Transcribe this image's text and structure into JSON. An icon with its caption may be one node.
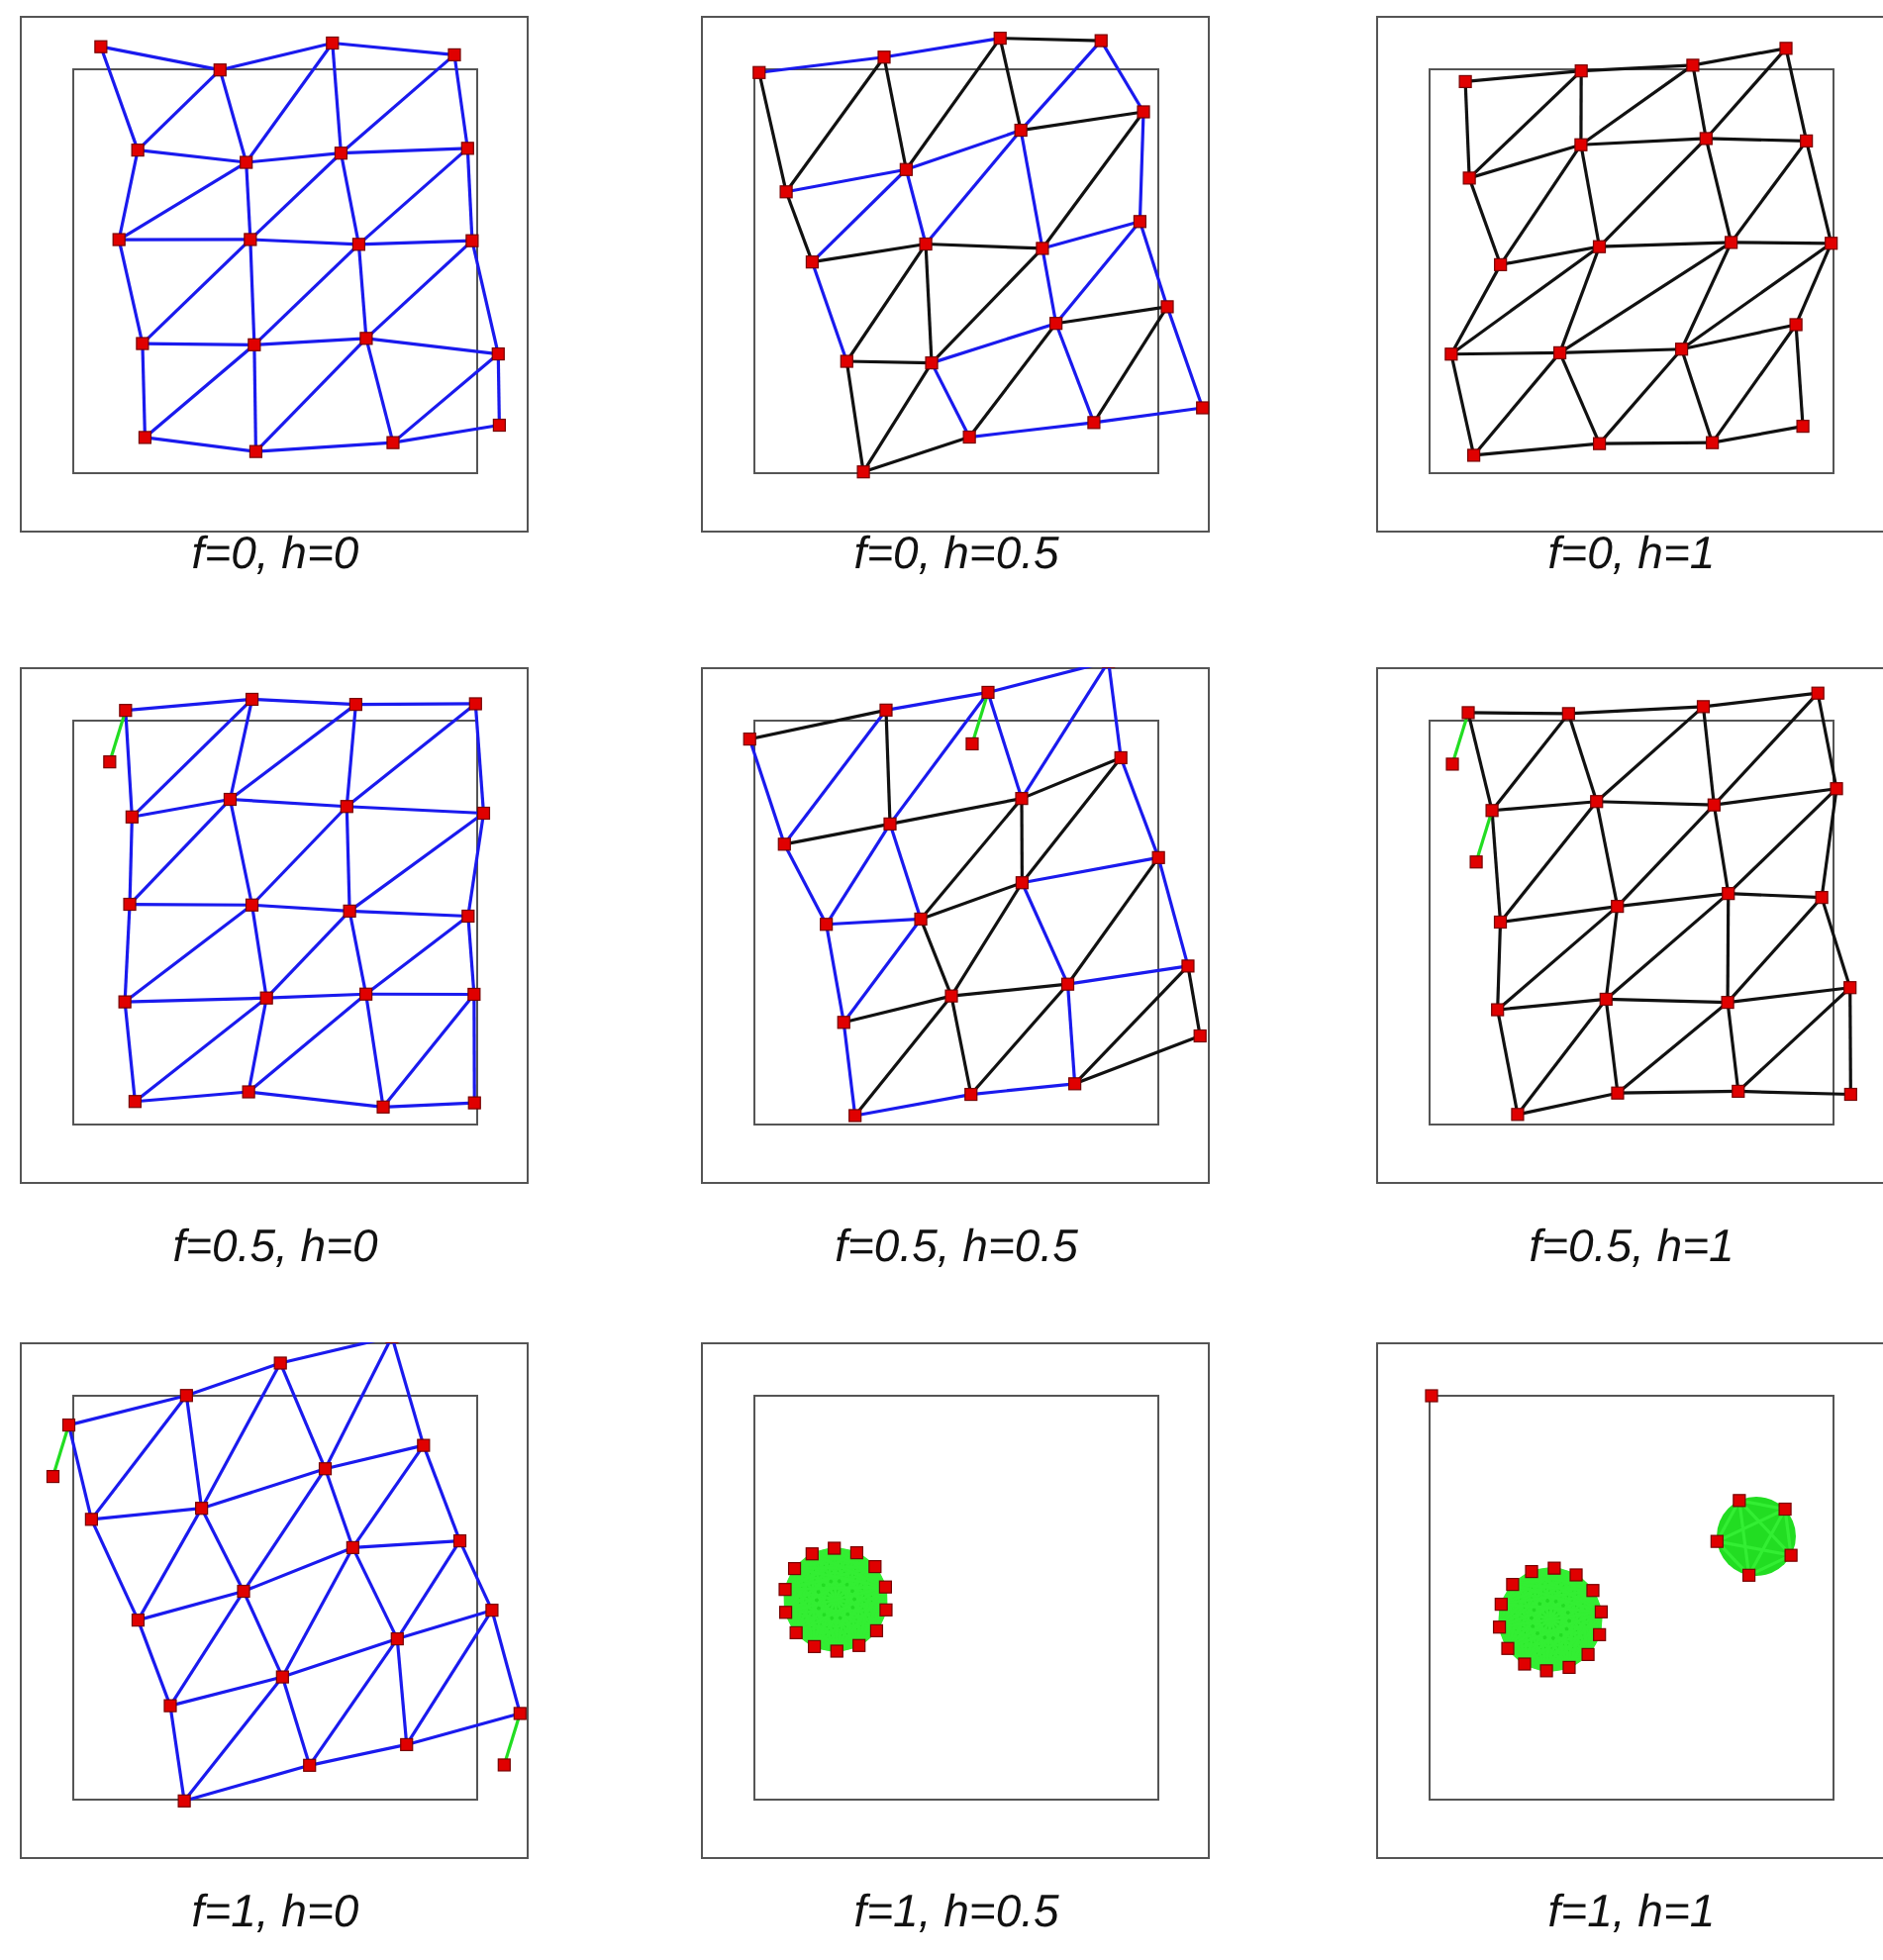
{
  "diagram": {
    "labels": [
      "f=0, h=0",
      "f=0, h=0.5",
      "f=0, h=1",
      "f=0.5, h=0",
      "f=0.5, h=0.5",
      "f=0.5, h=1",
      "f=1, h=0",
      "f=1, h=0.5",
      "f=1, h=1"
    ]
  }
}
